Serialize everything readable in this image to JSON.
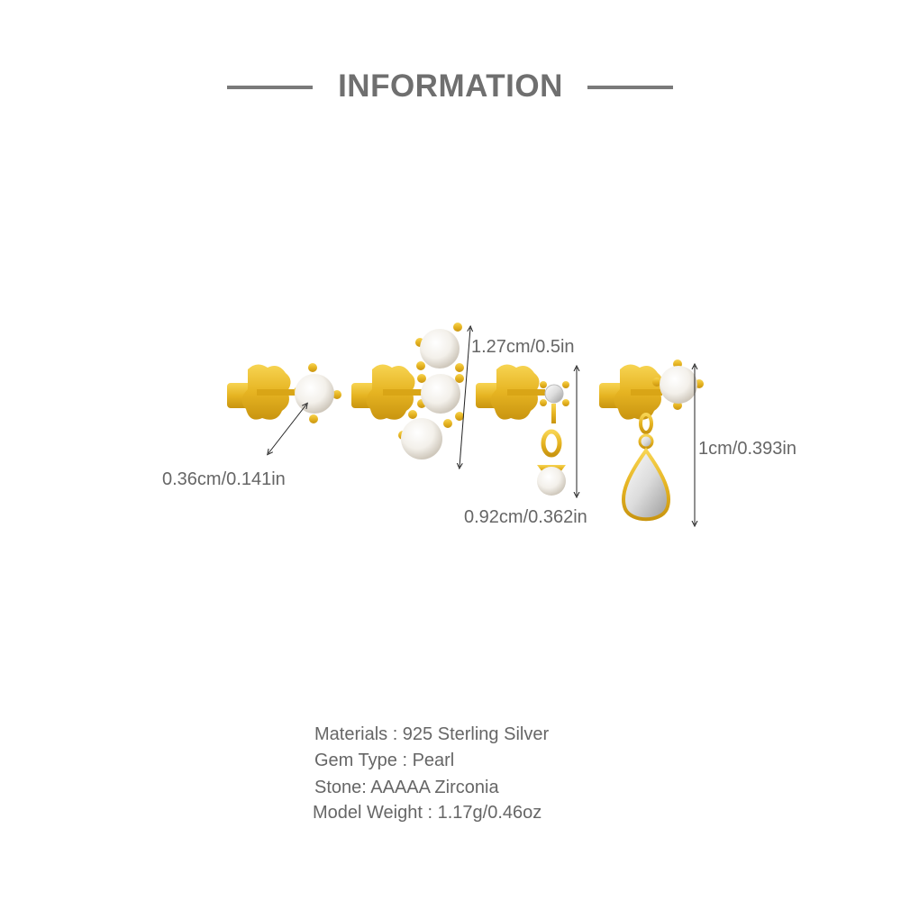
{
  "header": {
    "title": "INFORMATION"
  },
  "dimensions": {
    "stud_diameter": "0.36cm/0.141in",
    "triple_pearl_height": "1.27cm/0.5in",
    "pearl_drop_height": "0.92cm/0.362in",
    "zircon_drop_height": "1cm/0.393in"
  },
  "specs": [
    "Materials : 925 Sterling Silver",
    "Gem Type : Pearl",
    "Stone: AAAAA Zirconia",
    "Model Weight : 1.17g/0.46oz"
  ],
  "colors": {
    "gold": "#e6b422",
    "text": "#666666",
    "title": "#6f6f6f"
  }
}
